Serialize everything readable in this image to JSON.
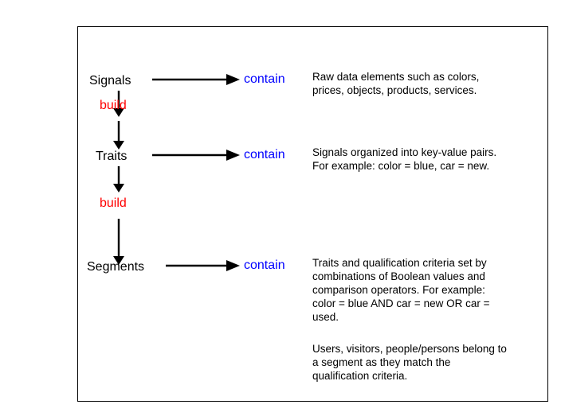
{
  "diagram": {
    "type": "flow-hierarchy",
    "nodes": [
      {
        "id": "signals",
        "label": "Signals"
      },
      {
        "id": "traits",
        "label": "Traits"
      },
      {
        "id": "segments",
        "label": "Segments"
      }
    ],
    "vertical_edges": [
      {
        "from": "signals",
        "to": "traits",
        "label": "build"
      },
      {
        "from": "traits",
        "to": "segments",
        "label": "build"
      }
    ],
    "horizontal_edges": [
      {
        "from": "signals",
        "label": "contain"
      },
      {
        "from": "traits",
        "label": "contain"
      },
      {
        "from": "segments",
        "label": "contain"
      }
    ],
    "descriptions": [
      {
        "for": "signals",
        "text": "Raw data elements such as colors,\nprices, objects, products, services."
      },
      {
        "for": "traits",
        "text": "Signals organized into key-value pairs.\nFor example: color = blue, car = new."
      },
      {
        "for": "segments",
        "text": "Traits and qualification criteria set by\ncombinations of Boolean values and\ncomparison operators. For example:\ncolor = blue AND car = new OR car =\nused."
      },
      {
        "for": "segments-note",
        "text": "Users, visitors, people/persons belong to\na segment as they match the\nqualification criteria."
      }
    ],
    "colors": {
      "node_text": "#000000",
      "build_label": "#ff0000",
      "contain_label": "#0000ff",
      "arrow": "#000000",
      "border": "#000000",
      "background": "#ffffff"
    }
  }
}
